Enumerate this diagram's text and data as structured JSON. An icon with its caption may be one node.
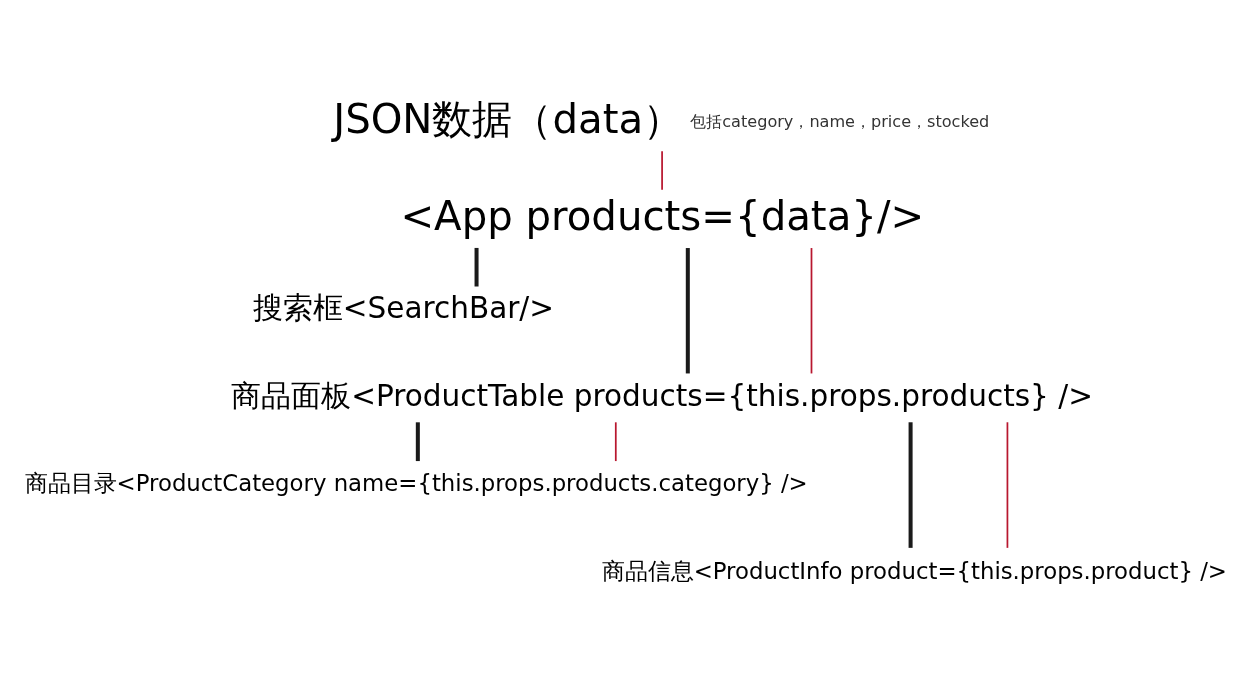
{
  "diagram": {
    "nodes": [
      {
        "text": [
          "JSON数据（data）"
        ],
        "beside": [
          "包括category，name，price，stocked"
        ]
      },
      {
        "text": [
          "<App products={data}/>"
        ]
      },
      {
        "text": [
          "搜索框<SearchBar/>"
        ]
      },
      {
        "text": [
          "商品面板<ProductTable products={this.props.products} />"
        ]
      },
      {
        "text": [
          "商品目录<ProductCategory name={this.props.products.category} />"
        ]
      },
      {
        "text": [
          "商品信息<ProductInfo product={this.props.product} />"
        ]
      }
    ],
    "edges": [
      {
        "from": 1,
        "to": 2,
        "arrow": "none",
        "style": "thick"
      },
      {
        "from": 1,
        "to": 3,
        "arrow": "none",
        "style": "thick"
      },
      {
        "from": 3,
        "to": 4,
        "arrow": "none",
        "style": "thick"
      },
      {
        "from": 3,
        "to": 5,
        "arrow": "none",
        "style": "thick"
      },
      {
        "from": 0,
        "to": 1,
        "arrow": "none",
        "color": "#b8172f"
      },
      {
        "from": 1,
        "to": 3,
        "arrow": "none",
        "color": "#b8172f"
      },
      {
        "from": 3,
        "to": 4,
        "arrow": "none",
        "color": "#b8172f"
      },
      {
        "from": 3,
        "to": 5,
        "arrow": "none",
        "color": "#b8172f"
      }
    ]
  }
}
